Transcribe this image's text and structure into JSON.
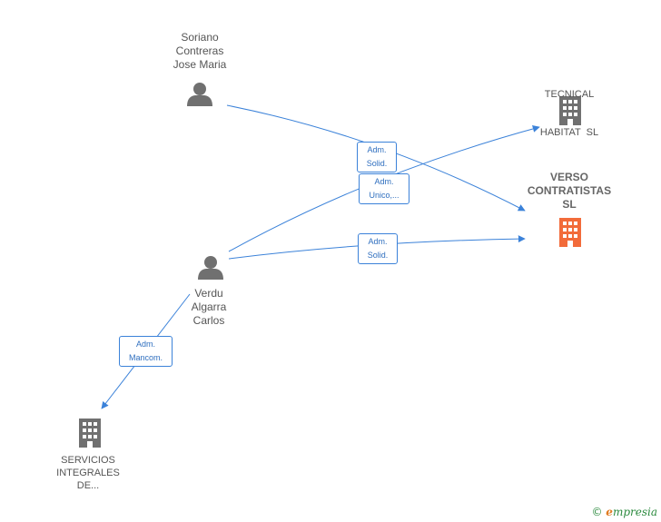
{
  "colors": {
    "edge": "#3b82d9",
    "person_icon": "#707070",
    "company_icon": "#707070",
    "focus_icon": "#f26b3a"
  },
  "nodes": {
    "soriano": {
      "lines": [
        "Soriano",
        "Contreras",
        "Jose Maria"
      ],
      "icon": "person-icon"
    },
    "verdu": {
      "lines": [
        "Verdu",
        "Algarra",
        "Carlos"
      ],
      "icon": "person-icon"
    },
    "tecnical": {
      "lines": [
        "TECNICAL",
        "HABITAT  SL"
      ],
      "icon": "building-icon"
    },
    "verso": {
      "lines": [
        "VERSO",
        "CONTRATISTAS",
        "SL"
      ],
      "icon": "building-icon"
    },
    "servicios": {
      "lines": [
        "SERVICIOS",
        "INTEGRALES",
        "DE..."
      ],
      "icon": "building-icon"
    }
  },
  "edges": {
    "soriano_verso": {
      "lines": [
        "Adm.",
        "Solid."
      ]
    },
    "verdu_tecnical": {
      "lines": [
        "Adm.",
        "Unico,..."
      ]
    },
    "verdu_verso": {
      "lines": [
        "Adm.",
        "Solid."
      ]
    },
    "verdu_servicios": {
      "lines": [
        "Adm.",
        "Mancom."
      ]
    }
  },
  "watermark": {
    "copyright": "©",
    "brand_first": "e",
    "brand_rest": "mpresia"
  }
}
